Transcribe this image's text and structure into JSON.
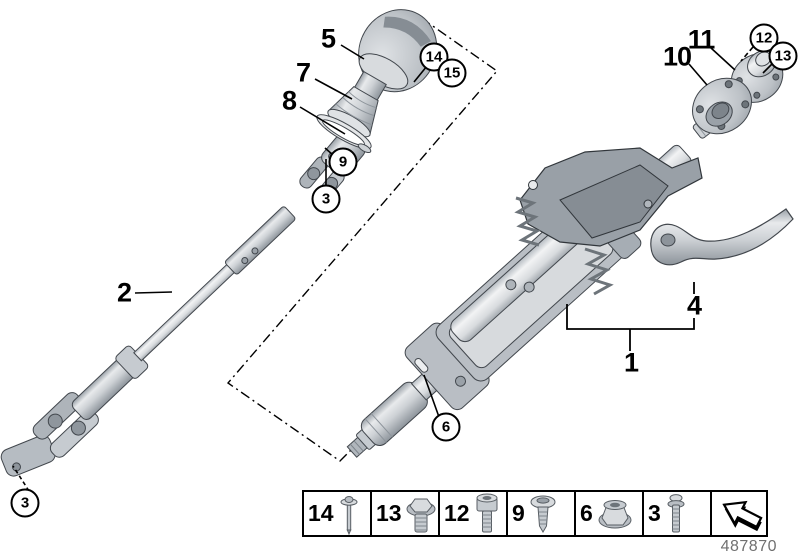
{
  "diagram": {
    "drawing_number": "487870",
    "callouts": {
      "c1": {
        "ref": "1",
        "style": "plain"
      },
      "c2": {
        "ref": "2",
        "style": "plain"
      },
      "c3": {
        "ref": "3",
        "style": "circled"
      },
      "c4": {
        "ref": "4",
        "style": "plain"
      },
      "c5": {
        "ref": "5",
        "style": "plain"
      },
      "c6": {
        "ref": "6",
        "style": "circled"
      },
      "c7": {
        "ref": "7",
        "style": "plain"
      },
      "c8": {
        "ref": "8",
        "style": "plain"
      },
      "c9": {
        "ref": "9",
        "style": "circled"
      },
      "c10": {
        "ref": "10",
        "style": "plain"
      },
      "c11": {
        "ref": "11",
        "style": "plain"
      },
      "c12": {
        "ref": "12",
        "style": "circled"
      },
      "c13": {
        "ref": "13",
        "style": "circled"
      },
      "c14": {
        "ref": "14",
        "style": "circled"
      },
      "c15": {
        "ref": "15",
        "style": "circled"
      }
    }
  },
  "legend": {
    "items": [
      {
        "ref": "14",
        "fastener": "blind-rivet"
      },
      {
        "ref": "13",
        "fastener": "hex-flange-bolt"
      },
      {
        "ref": "12",
        "fastener": "socket-head-screw"
      },
      {
        "ref": "9",
        "fastener": "pan-head-screw"
      },
      {
        "ref": "6",
        "fastener": "hex-flange-nut"
      },
      {
        "ref": "3",
        "fastener": "torx-bolt"
      },
      {
        "ref": "",
        "fastener": "direction-arrow"
      }
    ]
  },
  "colors": {
    "background": "#ffffff",
    "line": "#000000",
    "part_light": "#e9ebed",
    "part_mid": "#c6cbd0",
    "part_dark": "#9aa1a8",
    "outline": "#42474d",
    "drawing_number_text": "#707070"
  }
}
